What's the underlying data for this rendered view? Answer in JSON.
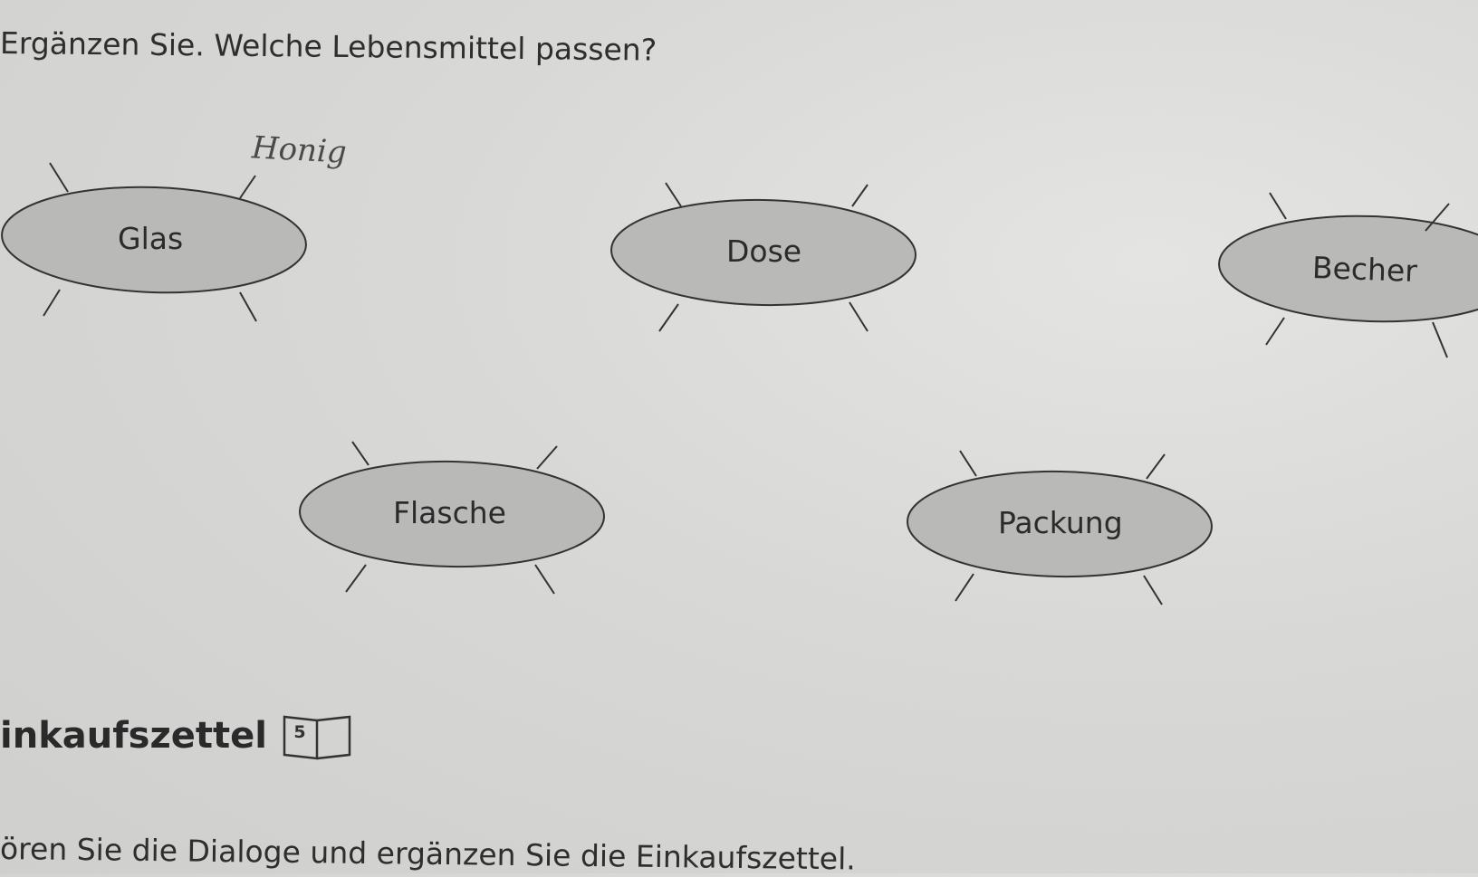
{
  "instruction": "Ergänzen Sie. Welche Lebensmittel passen?",
  "handwritten_answer": "Honig",
  "containers": [
    "Glas",
    "Dose",
    "Becher",
    "Flasche",
    "Packung"
  ],
  "section_title": "inkaufszettel",
  "track_number": "5",
  "instruction_2": "ören Sie die Dialoge und ergänzen Sie die Einkaufszettel."
}
